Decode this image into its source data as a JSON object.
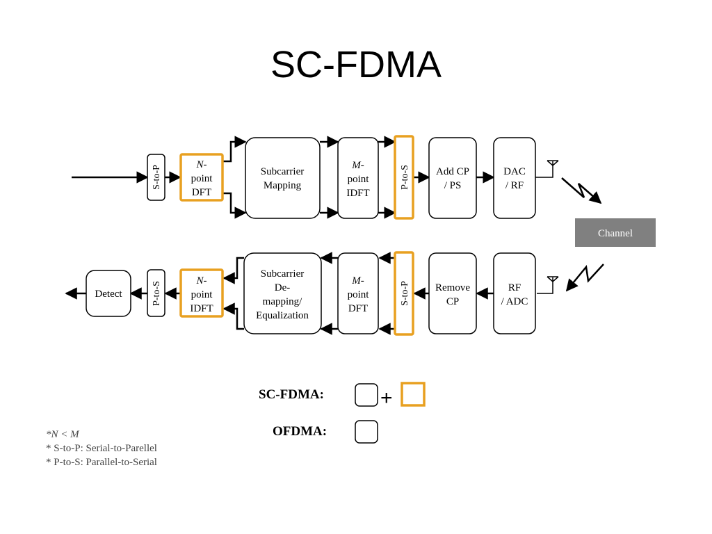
{
  "title": "SC-FDMA",
  "tx": {
    "s_to_p": "S-to-P",
    "dft": [
      "N-",
      "point",
      "DFT"
    ],
    "mapping": [
      "Subcarrier",
      "Mapping"
    ],
    "idft": [
      "M-",
      "point",
      "IDFT"
    ],
    "p_to_s": "P-to-S",
    "add_cp": [
      "Add CP",
      "/ PS"
    ],
    "dac": [
      "DAC",
      "/ RF"
    ]
  },
  "channel": "Channel",
  "rx": {
    "detect": "Detect",
    "p_to_s": "P-to-S",
    "idft": [
      "N-",
      "point",
      "IDFT"
    ],
    "demapping": [
      "Subcarrier",
      "De-",
      "mapping/",
      "Equalization"
    ],
    "dft": [
      "M-",
      "point",
      "DFT"
    ],
    "s_to_p": "S-to-P",
    "remove_cp": [
      "Remove",
      "CP"
    ],
    "rf": [
      "RF",
      "/ ADC"
    ]
  },
  "legend": {
    "scfdma": "SC-FDMA:",
    "plus": "+",
    "ofdma": "OFDMA:"
  },
  "notes": {
    "line1": "*N < M",
    "line2": "* S-to-P: Serial-to-Parellel",
    "line3": "* P-to-S: Parallel-to-Serial"
  },
  "colors": {
    "orange": "#e8a020",
    "channel_fill": "#808080"
  }
}
